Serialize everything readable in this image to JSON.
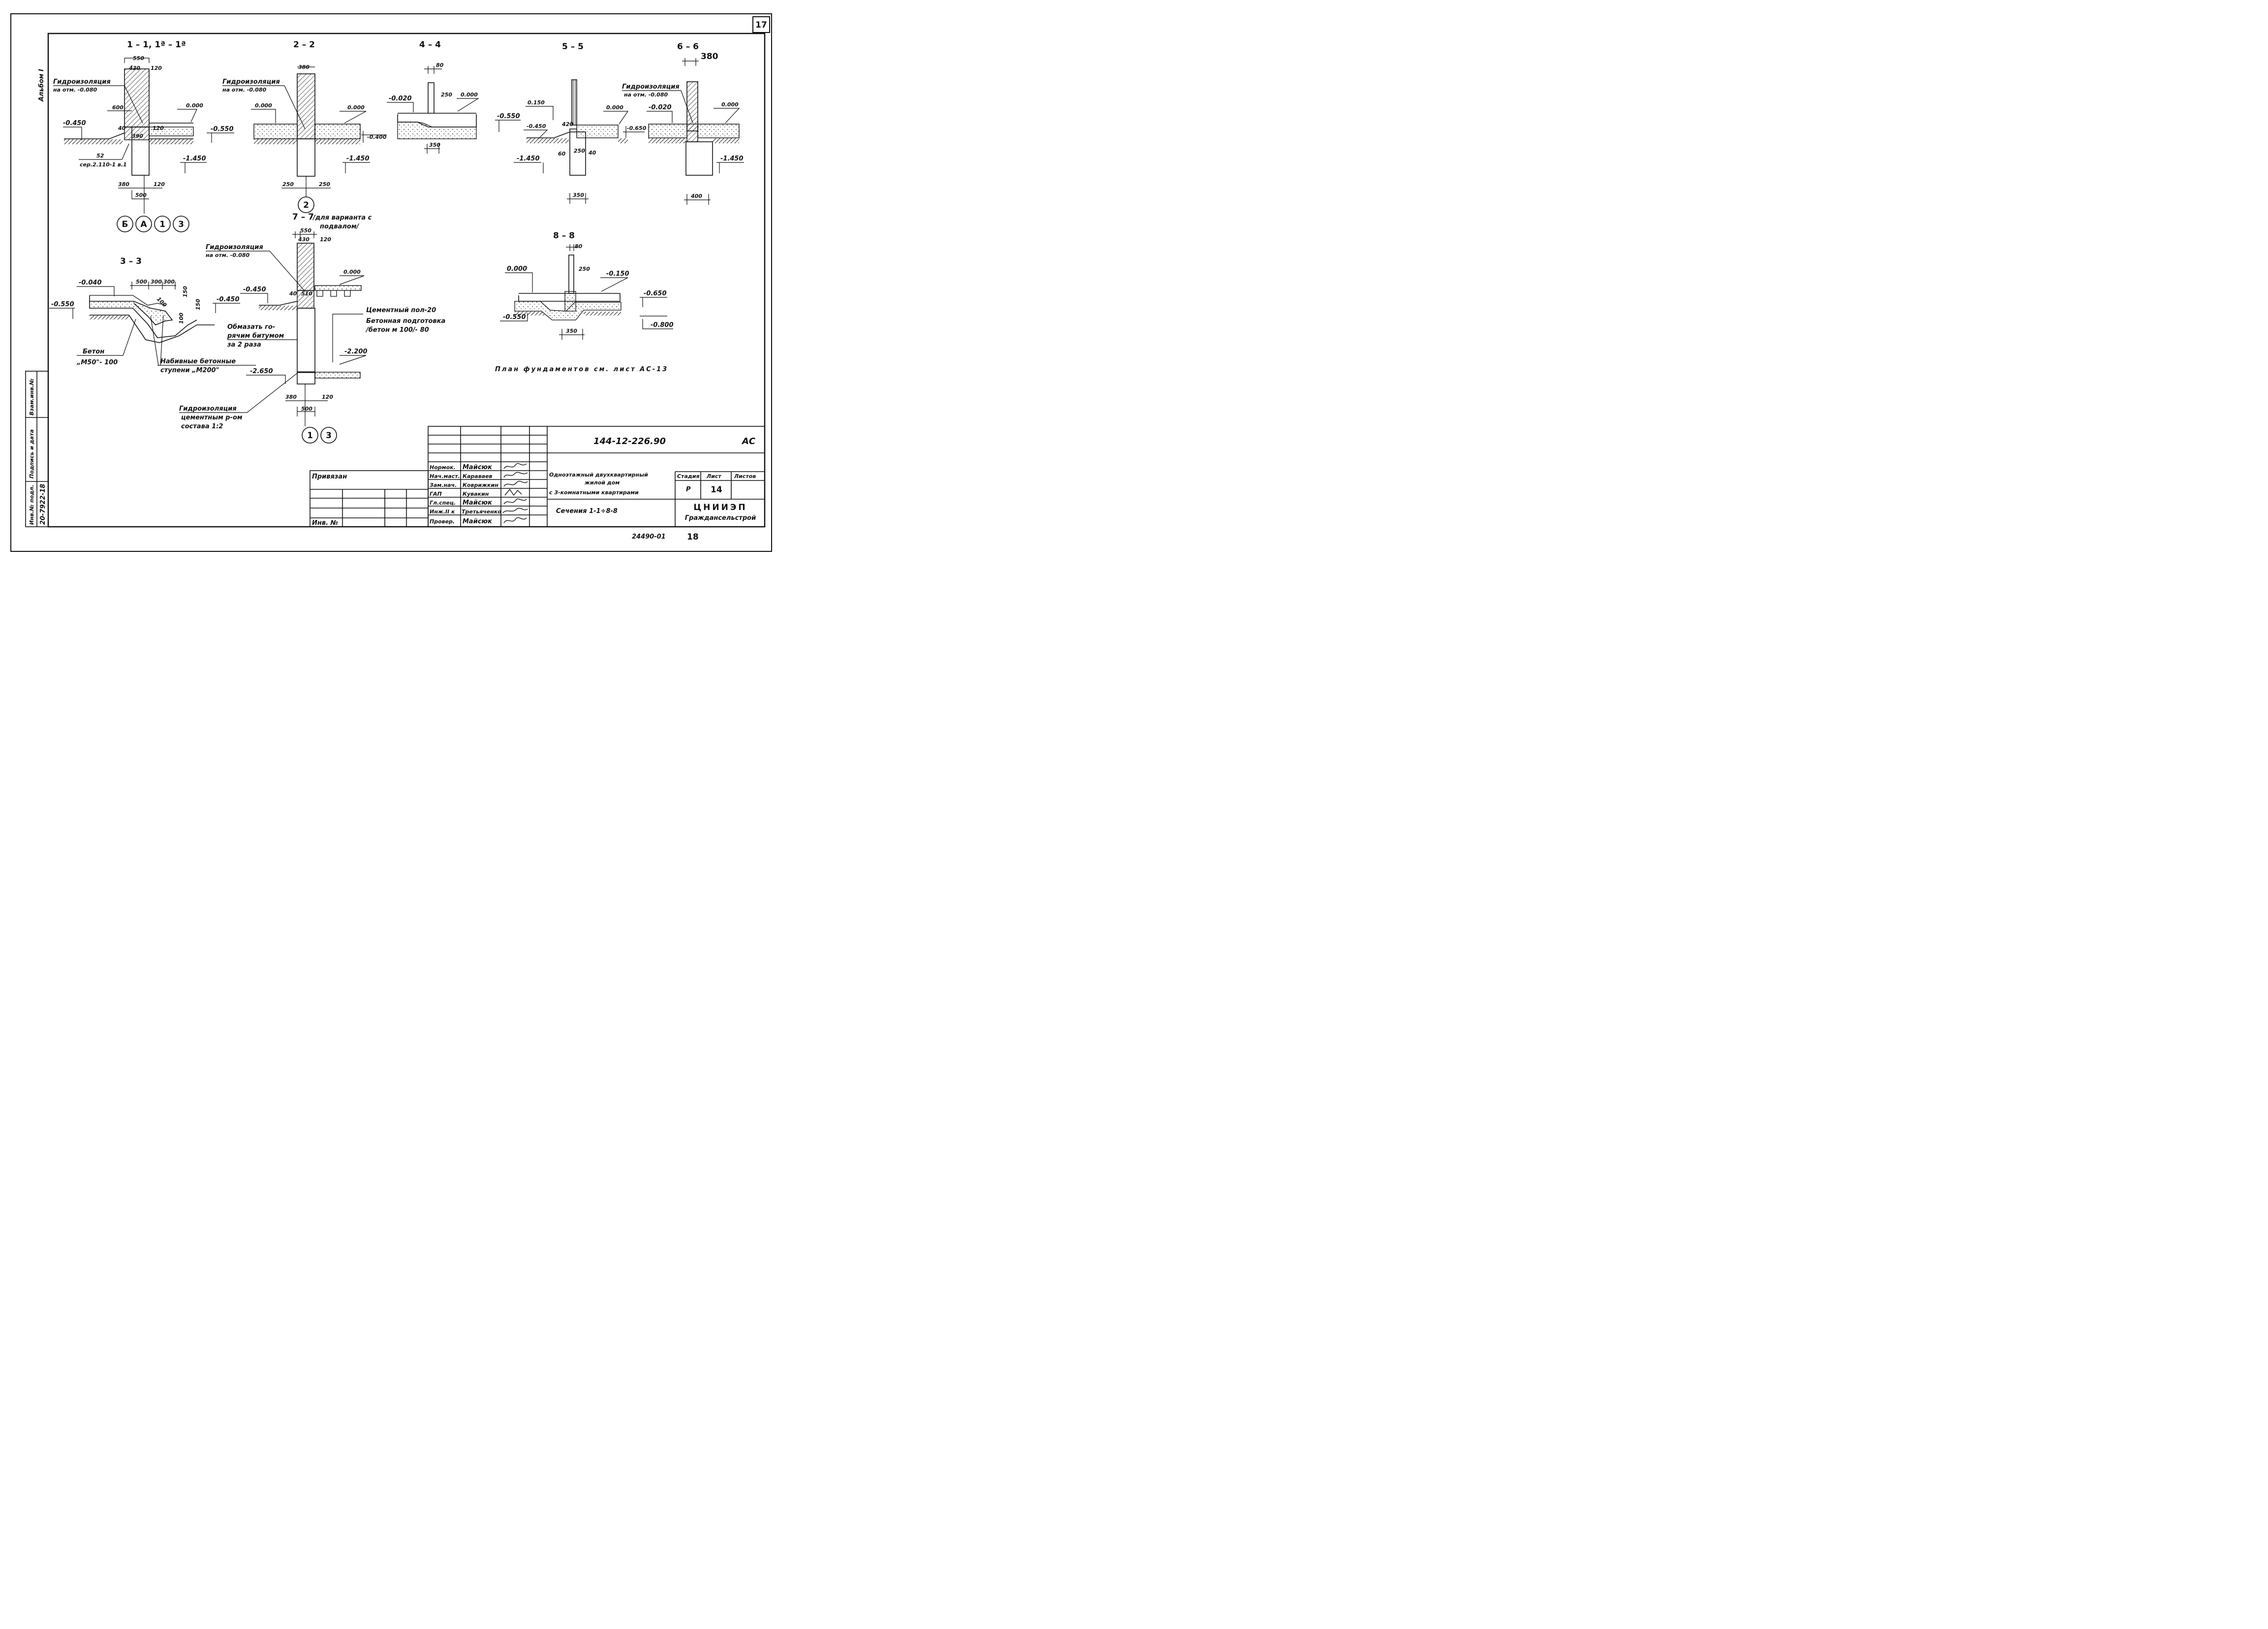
{
  "corner_number": "17",
  "album_label": "Альбом I",
  "sections": {
    "s1": {
      "title": "1 – 1,  1ª – 1ª",
      "waterproof": "Гидроизоляция",
      "waterproof_lvl": "на отм. -0.080",
      "dims": [
        "550",
        "430",
        "120",
        "600",
        "40",
        "390",
        "120",
        "52",
        "380",
        "120",
        "500"
      ],
      "levels": [
        "-0.450",
        "0.000",
        "-0.550",
        "-1.450"
      ],
      "ref": "сер.2.110-1 в.1",
      "axes": [
        "Б",
        "А",
        "1",
        "3"
      ]
    },
    "s2": {
      "title": "2 – 2",
      "waterproof": "Гидроизоляция",
      "waterproof_lvl": "на отм. -0.080",
      "dims": [
        "380",
        "250",
        "250"
      ],
      "levels": [
        "0.000",
        "0.000",
        "-0.400",
        "-1.450"
      ],
      "axis": "2"
    },
    "s4": {
      "title": "4 – 4",
      "dims": [
        "80",
        "250",
        "350"
      ],
      "levels": [
        "-0.020",
        "0.000"
      ]
    },
    "s5": {
      "title": "5 – 5",
      "dims": [
        "420",
        "60",
        "250",
        "40",
        "350"
      ],
      "levels": [
        "0.150",
        "0.000",
        "-0.550",
        "-0.450",
        "-0.650",
        "-1.450"
      ]
    },
    "s6": {
      "title": "6 – 6",
      "dims": [
        "380",
        "400"
      ],
      "waterproof": "Гидроизоляция",
      "waterproof_lvl": "на отм. -0.080",
      "levels": [
        "-0.020",
        "0.000",
        "-1.450"
      ]
    },
    "s3": {
      "title": "3 – 3",
      "dims": [
        "500",
        "300",
        "300",
        "150",
        "150",
        "100",
        "100"
      ],
      "levels": [
        "-0.040",
        "-0.550",
        "-0.450"
      ],
      "concrete": "Бетон",
      "concrete_mark": "„М50\"- 100",
      "steps_1": "Набивные бетонные",
      "steps_2": "ступени „М200\""
    },
    "s7": {
      "title": "7 – 7",
      "note_1": "/для варианта с",
      "note_2": "подвалом/",
      "waterproof": "Гидроизоляция",
      "waterproof_lvl": "на отм. -0.080",
      "dims": [
        "550",
        "430",
        "120",
        "40",
        "510",
        "380",
        "120",
        "500"
      ],
      "levels": [
        "0.000",
        "-0.450",
        "-2.200",
        "-2.650"
      ],
      "floor": "Цементный пол-20",
      "prep_1": "Бетонная подготовка",
      "prep_2": "/бетон м 100/- 80",
      "bitumen_1": "Обмазать го-",
      "bitumen_2": "рячим битумом",
      "bitumen_3": "за 2 раза",
      "bottom_wp_1": "Гидроизоляция",
      "bottom_wp_2": "цементным р-ом",
      "bottom_wp_3": "состава 1:2",
      "axes": [
        "1",
        "3"
      ]
    },
    "s8": {
      "title": "8 – 8",
      "dims": [
        "80",
        "250",
        "350"
      ],
      "levels": [
        "0.000",
        "-0.150",
        "-0.650",
        "-0.550",
        "-0.800"
      ]
    }
  },
  "plan_note": "План фундаментов   см. лист АС-13",
  "left_strip": {
    "inv_orig": "Инв.№ подл.",
    "inv_value": "20-7922-18",
    "sign_date": "Подпись и дата",
    "replace_inv": "Взам.инв.№"
  },
  "title_block": {
    "code": "144-12-226.90",
    "mark": "АС",
    "bound": "Привязан",
    "inv": "Инв. №",
    "roles": [
      {
        "role": "Нормок.",
        "name": "Майсюк"
      },
      {
        "role": "Нач.маст.",
        "name": "Караваев"
      },
      {
        "role": "Зам.нач.",
        "name": "Коврижкин"
      },
      {
        "role": "ГАП",
        "name": "Кувакин"
      },
      {
        "role": "Гл.спец.",
        "name": "Майсюк"
      },
      {
        "role": "Инж.II к",
        "name": "Третьяченко"
      },
      {
        "role": "Провер.",
        "name": "Майсюк"
      }
    ],
    "project_1": "Одноэтажный двухквартирный",
    "project_2": "жилой дом",
    "project_3": "с 3-комнатными квартирами",
    "sheet_title": "Сечения 1-1÷8-8",
    "stage_h": "Стадия",
    "sheet_h": "Лист",
    "sheets_h": "Листов",
    "stage": "Р",
    "sheet": "14",
    "org_1": "ЦНИИЭП",
    "org_2": "Граждансельстрой"
  },
  "bottom_code": "24490-01",
  "bottom_page": "18"
}
